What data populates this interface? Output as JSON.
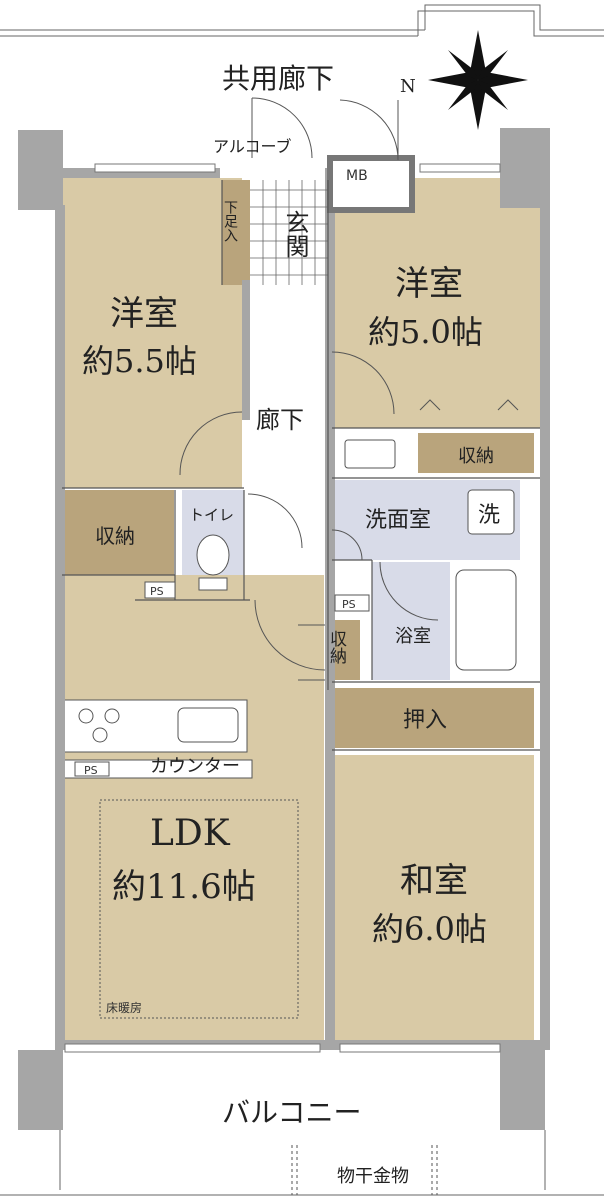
{
  "header": {
    "corridor": "共用廊下",
    "alcove": "アルコーブ",
    "mb": "MB"
  },
  "compass": {
    "north": "N"
  },
  "rooms": {
    "west_bedroom": {
      "name": "洋室",
      "size": "約5.5帖"
    },
    "east_bedroom": {
      "name": "洋室",
      "size": "約5.0帖"
    },
    "ldk": {
      "name": "LDK",
      "size": "約11.6帖",
      "note": "床暖房"
    },
    "japanese": {
      "name": "和室",
      "size": "約6.0帖"
    }
  },
  "spaces": {
    "entrance": "玄関",
    "shoe_storage": "下足入",
    "hallway": "廊下",
    "toilet": "トイレ",
    "washroom": "洗面室",
    "washer": "洗",
    "bathroom": "浴室",
    "storage_east": "収納",
    "storage_west": "収納",
    "storage_hall": "収納",
    "oshiire": "押入",
    "counter": "カウンター",
    "ps": "PS",
    "balcony": "バルコニー",
    "laundry_rack": "物干金物"
  },
  "colors": {
    "room_fill": "#d9caa6",
    "wet_fill": "#d8dbe8",
    "storage_fill": "#b9a47c",
    "wall": "#a6a6a6",
    "line": "#555555"
  }
}
